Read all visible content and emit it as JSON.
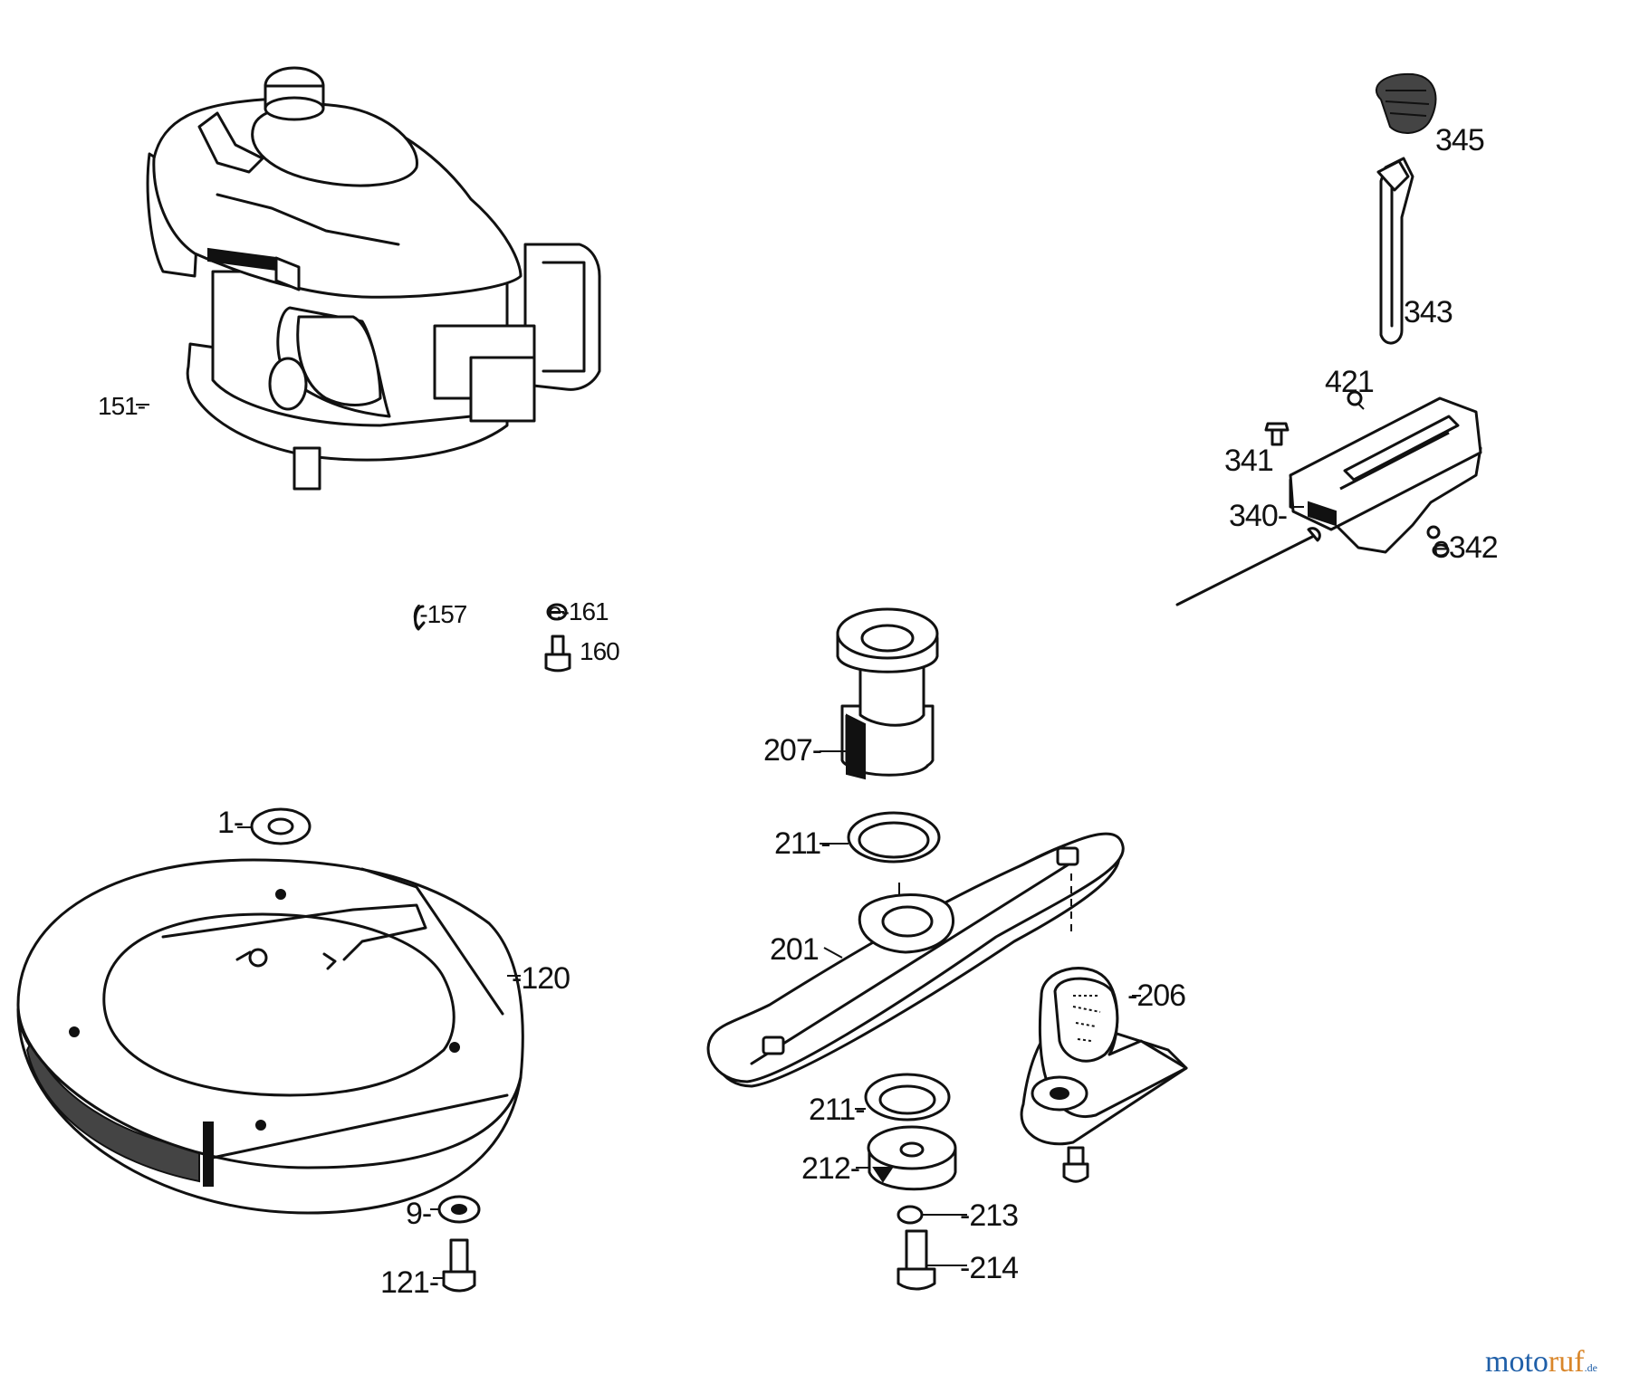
{
  "parts": [
    {
      "id": "151",
      "label": "151-",
      "name": "engine"
    },
    {
      "id": "157",
      "label": "(-157",
      "name": "clip"
    },
    {
      "id": "161",
      "label": "e-161",
      "name": "washer"
    },
    {
      "id": "160",
      "label": "160",
      "name": "screw"
    },
    {
      "id": "1",
      "label": "1-",
      "name": "washer"
    },
    {
      "id": "120",
      "label": "-120",
      "name": "blade-housing-ring"
    },
    {
      "id": "9",
      "label": "9-",
      "name": "washer"
    },
    {
      "id": "121",
      "label": "121-",
      "name": "bolt"
    },
    {
      "id": "207",
      "label": "207-",
      "name": "blade-adapter"
    },
    {
      "id": "211a",
      "label": "211-",
      "name": "spacer-ring-upper"
    },
    {
      "id": "201",
      "label": "201",
      "name": "blade-carrier"
    },
    {
      "id": "206",
      "label": "-206",
      "name": "blade"
    },
    {
      "id": "211b",
      "label": "211-",
      "name": "spacer-ring-lower"
    },
    {
      "id": "212",
      "label": "212-",
      "name": "hub"
    },
    {
      "id": "213",
      "label": "-213",
      "name": "lock-washer"
    },
    {
      "id": "214",
      "label": "-214",
      "name": "bolt"
    },
    {
      "id": "345",
      "label": "345",
      "name": "knob"
    },
    {
      "id": "343",
      "label": "343",
      "name": "lever"
    },
    {
      "id": "421",
      "label": "421",
      "name": "nut"
    },
    {
      "id": "341",
      "label": "341",
      "name": "screw"
    },
    {
      "id": "340",
      "label": "340-",
      "name": "throttle-control"
    },
    {
      "id": "342",
      "label": "e342",
      "name": "nut"
    }
  ],
  "watermark": {
    "text": "motoruf",
    "tld": ".de",
    "color_a": "#1f5fa8",
    "color_b": "#d9862a"
  }
}
